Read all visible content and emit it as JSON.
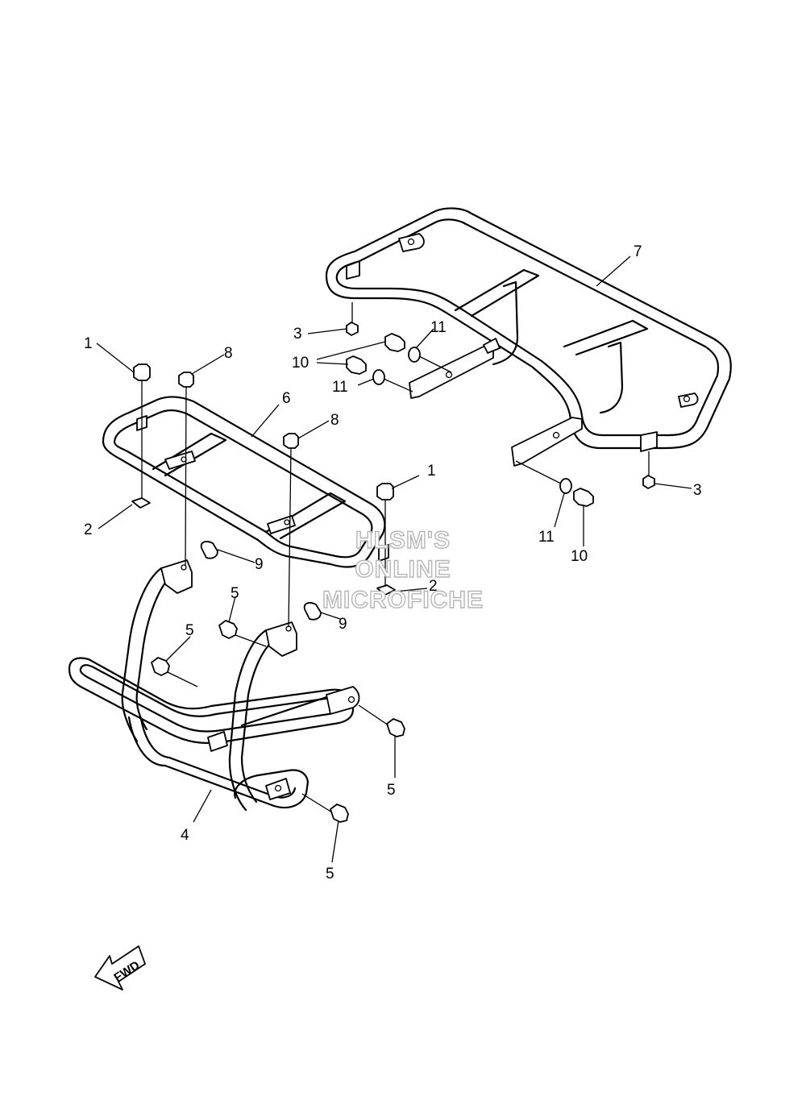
{
  "callouts": {
    "c1a": "1",
    "c1b": "1",
    "c2a": "2",
    "c2b": "2",
    "c3a": "3",
    "c3b": "3",
    "c4": "4",
    "c5a": "5",
    "c5b": "5",
    "c5c": "5",
    "c5d": "5",
    "c6": "6",
    "c7": "7",
    "c8a": "8",
    "c8b": "8",
    "c9a": "9",
    "c9b": "9",
    "c10a": "10",
    "c10b": "10",
    "c11a": "11",
    "c11b": "11",
    "c11c": "11"
  },
  "watermark": {
    "line1": "HLSM'S",
    "line2": "ONLINE",
    "line3": "MICROFICHE"
  },
  "fwd_arrow": {
    "label": "FWD"
  }
}
